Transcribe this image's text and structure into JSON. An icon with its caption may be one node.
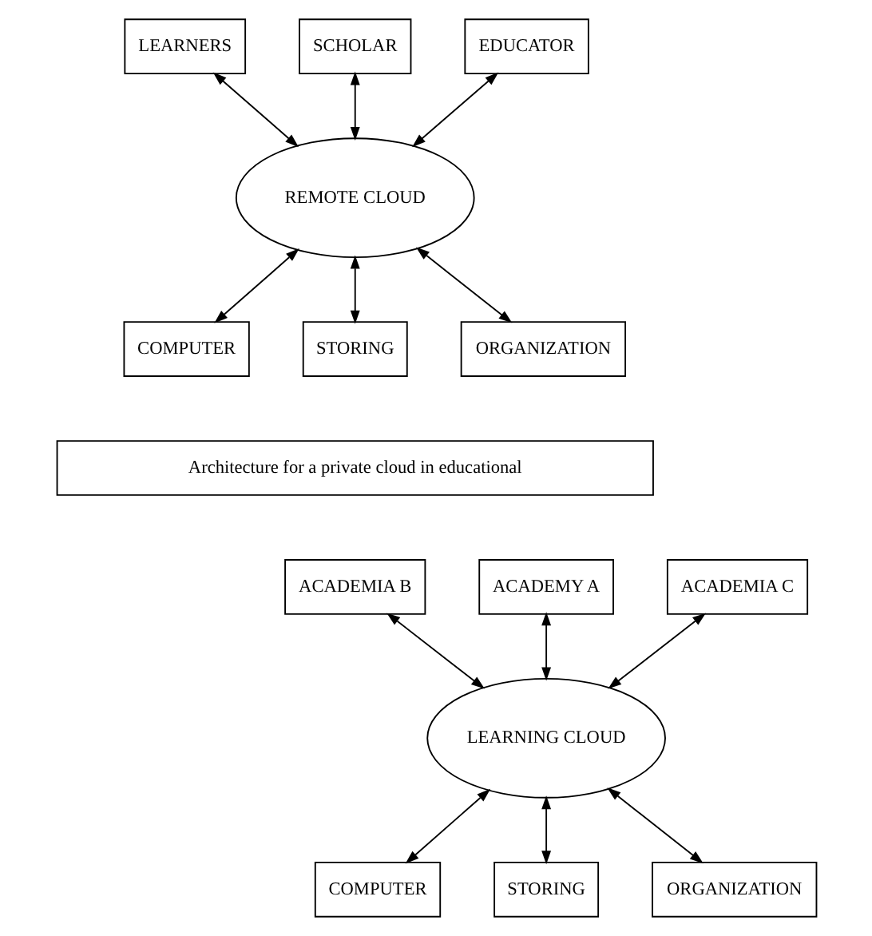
{
  "diagram": {
    "nodes": [
      {
        "text": [
          "LEARNERS"
        ]
      },
      {
        "text": [
          "SCHOLAR"
        ]
      },
      {
        "text": [
          "EDUCATOR"
        ]
      },
      {
        "text": [
          "REMOTE CLOUD"
        ]
      },
      {
        "text": [
          "COMPUTER"
        ]
      },
      {
        "text": [
          "STORING"
        ]
      },
      {
        "text": [
          "ORGANIZATION"
        ]
      },
      {
        "text": [
          "Architecture for a private cloud in educational"
        ]
      },
      {
        "text": [
          "ACADEMY A"
        ]
      },
      {
        "text": [
          "ACADEMIA B"
        ]
      },
      {
        "text": [
          "ACADEMIA C"
        ]
      },
      {
        "text": [
          "LEARNING CLOUD"
        ]
      },
      {
        "text": [
          "COMPUTER"
        ]
      },
      {
        "text": [
          "STORING"
        ]
      },
      {
        "text": [
          "ORGANIZATION"
        ]
      }
    ],
    "edges": [
      {
        "from": 0,
        "to": 3,
        "arrow": "both"
      },
      {
        "from": 1,
        "to": 3,
        "arrow": "both"
      },
      {
        "from": 2,
        "to": 3,
        "arrow": "both"
      },
      {
        "from": 3,
        "to": 4,
        "arrow": "both"
      },
      {
        "from": 3,
        "to": 5,
        "arrow": "both"
      },
      {
        "from": 3,
        "to": 6,
        "arrow": "both"
      },
      {
        "from": 8,
        "to": 11,
        "arrow": "both"
      },
      {
        "from": 9,
        "to": 11,
        "arrow": "both"
      },
      {
        "from": 10,
        "to": 11,
        "arrow": "both"
      },
      {
        "from": 11,
        "to": 12,
        "arrow": "both"
      },
      {
        "from": 11,
        "to": 13,
        "arrow": "both"
      },
      {
        "from": 11,
        "to": 14,
        "arrow": "both"
      }
    ]
  }
}
